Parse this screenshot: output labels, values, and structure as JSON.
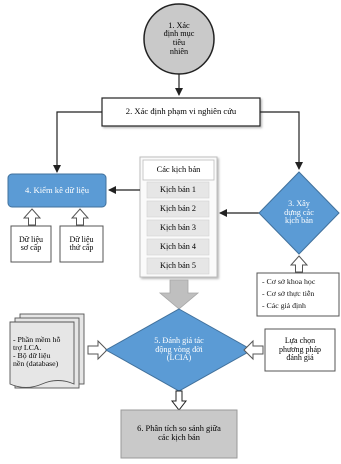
{
  "step1": "1. Xác\nđịnh mục\ntiêu\nnhiên",
  "step2": "2. Xác định phạm vi nghiên cứu",
  "scenarios": {
    "title": "Các kịch bản",
    "items": [
      "Kịch bản 1",
      "Kịch bản 2",
      "Kịch bản 3",
      "Kịch bản 4",
      "Kịch bản 5"
    ]
  },
  "step3": "3. Xây\ndựng các\nkịch bản",
  "step3_basis": [
    "- Cơ sở khoa học",
    "- Cơ sở thực tiễn",
    "- Các giả định"
  ],
  "step4": "4. Kiểm kê dữ liệu",
  "primary_data": "Dữ liệu\nsơ cấp",
  "secondary_data": "Dữ liệu\nthứ cấp",
  "software": "- Phần mềm hỗ\ntrợ LCA.\n- Bộ dữ liệu\nnền (database)",
  "step5": "5. Đánh giá tác\nđộng vòng đời\n(LCIA)",
  "method": "Lựa chọn\nphương pháp\nđánh giá",
  "step6": "6. Phân tích so sánh giữa\ncác kịch bản",
  "colors": {
    "blue": "#5b9bd5",
    "gray_fill": "#c9c9c9",
    "light_gray": "#ececec",
    "line": "#222222"
  }
}
